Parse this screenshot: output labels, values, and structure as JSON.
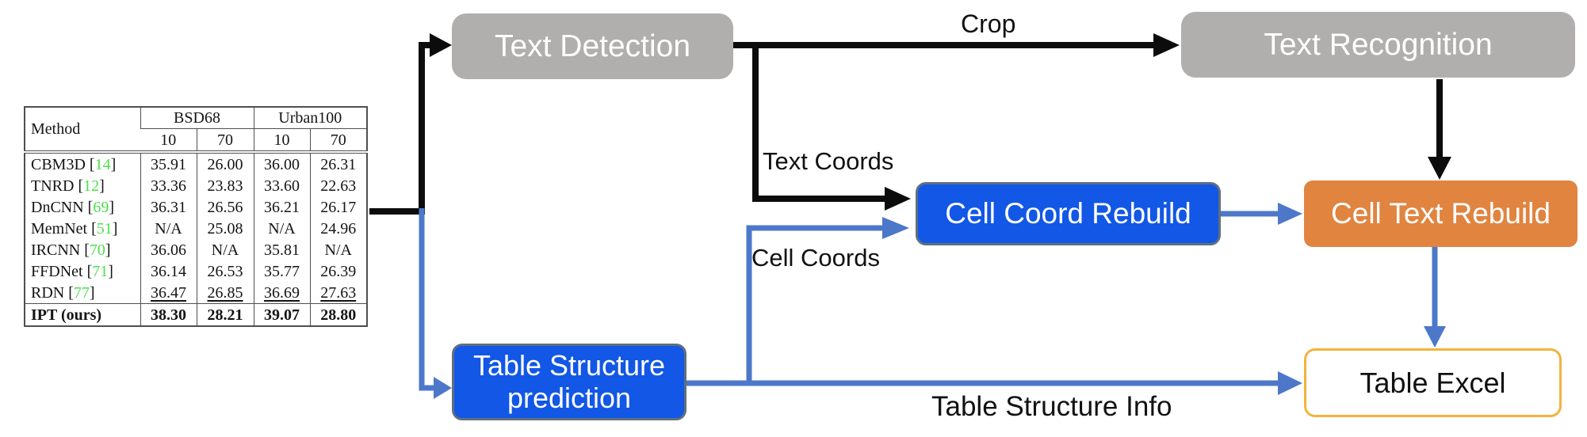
{
  "diagram": {
    "nodes": {
      "text_detection": {
        "label": "Text Detection"
      },
      "text_recognition": {
        "label": "Text Recognition"
      },
      "cell_coord_rebuild": {
        "label": "Cell Coord Rebuild"
      },
      "cell_text_rebuild": {
        "label": "Cell Text Rebuild"
      },
      "table_structure_prediction": {
        "label_line1": "Table Structure",
        "label_line2": "prediction"
      },
      "table_excel": {
        "label": "Table Excel"
      }
    },
    "edge_labels": {
      "crop": "Crop",
      "text_coords": "Text Coords",
      "cell_coords": "Cell Coords",
      "table_structure_info": "Table Structure Info"
    },
    "colors": {
      "gray_node": "#b1aeae",
      "blue_node": "#1257e5",
      "blue_node_border": "#5e6f80",
      "orange_node": "#e08440",
      "excel_border": "#f2b43e",
      "black_arrow": "#0c0c0c",
      "blue_arrow": "#4d78ca",
      "citation_green": "#4ce04c"
    }
  },
  "table": {
    "header": {
      "method": "Method",
      "groups": [
        {
          "label": "BSD68",
          "cols": [
            "10",
            "70"
          ]
        },
        {
          "label": "Urban100",
          "cols": [
            "10",
            "70"
          ]
        }
      ],
      "subcols": [
        "10",
        "70",
        "10",
        "70"
      ]
    },
    "rows": [
      {
        "method": "CBM3D",
        "cite": "14",
        "values": [
          "35.91",
          "26.00",
          "36.00",
          "26.31"
        ]
      },
      {
        "method": "TNRD",
        "cite": "12",
        "values": [
          "33.36",
          "23.83",
          "33.60",
          "22.63"
        ]
      },
      {
        "method": "DnCNN",
        "cite": "69",
        "values": [
          "36.31",
          "26.56",
          "36.21",
          "26.17"
        ]
      },
      {
        "method": "MemNet",
        "cite": "51",
        "values": [
          "N/A",
          "25.08",
          "N/A",
          "24.96"
        ]
      },
      {
        "method": "IRCNN",
        "cite": "70",
        "values": [
          "36.06",
          "N/A",
          "35.81",
          "N/A"
        ]
      },
      {
        "method": "FFDNet",
        "cite": "71",
        "values": [
          "36.14",
          "26.53",
          "35.77",
          "26.39"
        ]
      },
      {
        "method": "RDN",
        "cite": "77",
        "values": [
          "36.47",
          "26.85",
          "36.69",
          "27.63"
        ],
        "style": "underline"
      },
      {
        "method": "IPT (ours)",
        "cite": null,
        "values": [
          "38.30",
          "28.21",
          "39.07",
          "28.80"
        ],
        "style": "bold",
        "separator": true
      }
    ]
  }
}
